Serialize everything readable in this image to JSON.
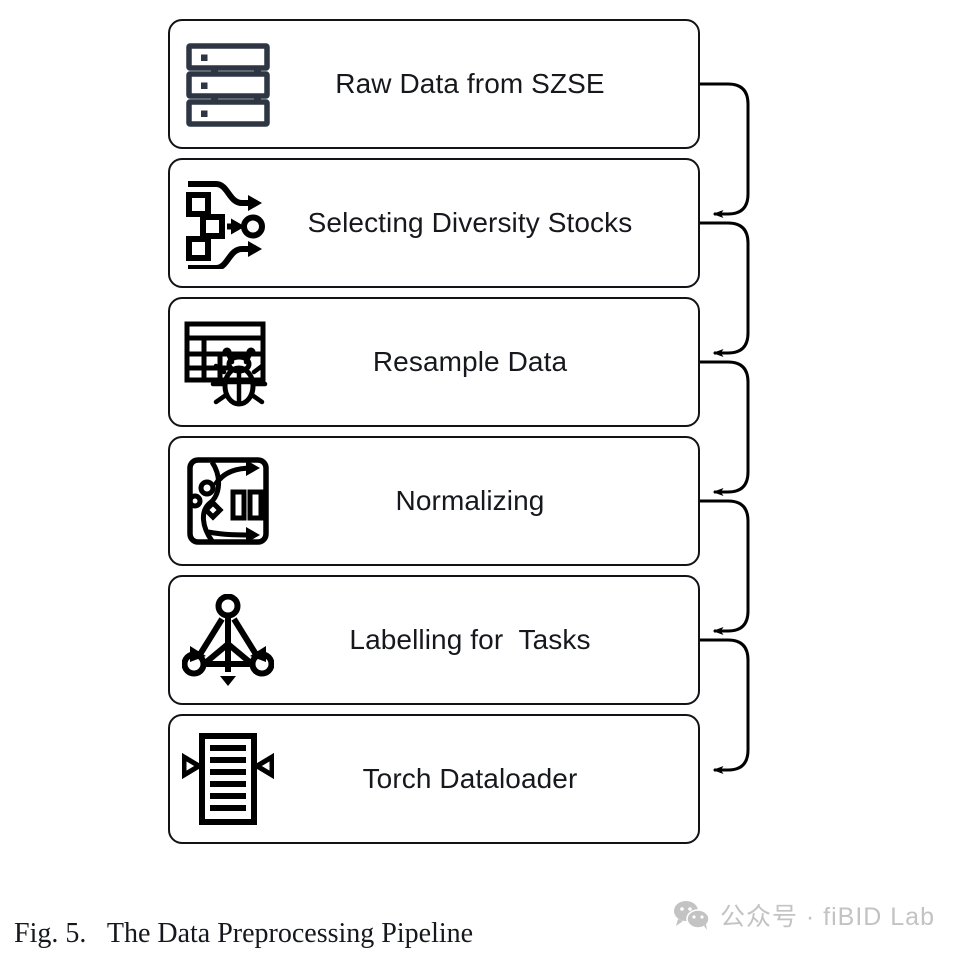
{
  "figure": {
    "caption": "Fig. 5.   The Data Preprocessing Pipeline",
    "caption_number": "Fig. 5.",
    "caption_title": "The Data Preprocessing Pipeline"
  },
  "colors": {
    "box_border": "#111317",
    "text": "#16181d",
    "connector": "#000000",
    "icon_default": "#000000",
    "icon_server": "#2d3642",
    "watermark": "#c3c3c3",
    "background": "#ffffff"
  },
  "pipeline": {
    "orientation": "vertical-top-to-bottom",
    "connector_style": "rounded-right-loop-with-arrowhead",
    "steps": [
      {
        "index": 1,
        "label": "Raw Data from SZSE",
        "icon": "server-stack-icon"
      },
      {
        "index": 2,
        "label": "Selecting Diversity Stocks",
        "icon": "filter-select-icon"
      },
      {
        "index": 3,
        "label": "Resample Data",
        "icon": "table-bug-icon"
      },
      {
        "index": 4,
        "label": "Normalizing",
        "icon": "normalize-transform-icon"
      },
      {
        "index": 5,
        "label": "Labelling for  Tasks",
        "icon": "node-network-arrows-icon"
      },
      {
        "index": 6,
        "label": "Torch Dataloader",
        "icon": "document-loader-icon"
      }
    ]
  },
  "watermark": {
    "logo": "wechat-logo-icon",
    "text": "公众号 · fiBID Lab"
  }
}
